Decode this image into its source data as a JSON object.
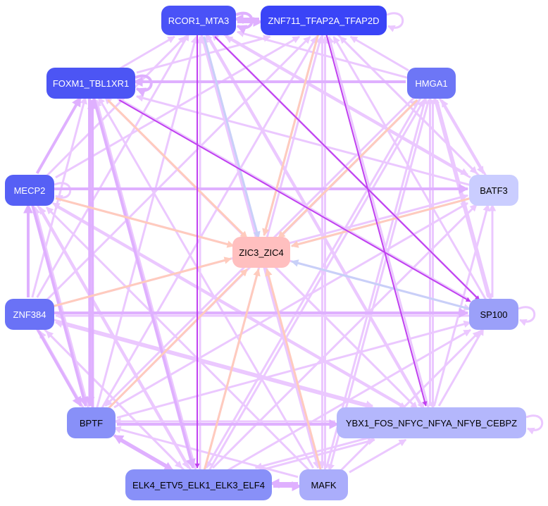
{
  "nodes": [
    {
      "id": "RCOR1",
      "label": "RCOR1_MTA3",
      "color": "#4a52f7",
      "text": "#ffffff"
    },
    {
      "id": "ZNF711",
      "label": "ZNF711_TFAP2A_TFAP2D",
      "color": "#3a44f7",
      "text": "#ffffff"
    },
    {
      "id": "FOXM1",
      "label": "FOXM1_TBL1XR1",
      "color": "#4c55f4",
      "text": "#ffffff"
    },
    {
      "id": "HMGA1",
      "label": "HMGA1",
      "color": "#6d76f6",
      "text": "#ffffff"
    },
    {
      "id": "MECP2",
      "label": "MECP2",
      "color": "#5660f5",
      "text": "#ffffff"
    },
    {
      "id": "BATF3",
      "label": "BATF3",
      "color": "#cacdff",
      "text": "#000000"
    },
    {
      "id": "ZIC3",
      "label": "ZIC3_ZIC4",
      "color": "#ffbfbf",
      "text": "#000000"
    },
    {
      "id": "ZNF384",
      "label": "ZNF384",
      "color": "#6a72f6",
      "text": "#ffffff"
    },
    {
      "id": "SP100",
      "label": "SP100",
      "color": "#9ba0f9",
      "text": "#000000"
    },
    {
      "id": "BPTF",
      "label": "BPTF",
      "color": "#8890f8",
      "text": "#000000"
    },
    {
      "id": "YBX1",
      "label": "YBX1_FOS_NFYC_NFYA_NFYB_CEBPZ",
      "color": "#b4b7fc",
      "text": "#000000"
    },
    {
      "id": "ELK4",
      "label": "ELK4_ETV5_ELK1_ELK3_ELF4",
      "color": "#8890f8",
      "text": "#000000"
    },
    {
      "id": "MAFK",
      "label": "MAFK",
      "color": "#aaadfb",
      "text": "#000000"
    }
  ],
  "edge_colors": {
    "light": "#ebc8ff",
    "mid": "#dfb0ff",
    "strong": "#c040f0",
    "peach": "#ffcbbd",
    "blue": "#c8d0f8"
  },
  "edges": [
    [
      "RCOR1",
      "ZNF711",
      "mid"
    ],
    [
      "ZNF711",
      "RCOR1",
      "mid"
    ],
    [
      "RCOR1",
      "RCOR1",
      "mid"
    ],
    [
      "ZNF711",
      "ZNF711",
      "light"
    ],
    [
      "FOXM1",
      "FOXM1",
      "mid"
    ],
    [
      "MECP2",
      "MECP2",
      "light"
    ],
    [
      "SP100",
      "SP100",
      "light"
    ],
    [
      "YBX1",
      "YBX1",
      "light"
    ],
    [
      "ELK4",
      "MAFK",
      "mid"
    ],
    [
      "MAFK",
      "ELK4",
      "mid"
    ],
    [
      "RCOR1",
      "SP100",
      "strong"
    ],
    [
      "RCOR1",
      "ELK4",
      "strong"
    ],
    [
      "FOXM1",
      "SP100",
      "strong"
    ],
    [
      "ZNF711",
      "YBX1",
      "strong"
    ],
    [
      "FOXM1",
      "ZIC3",
      "peach"
    ],
    [
      "MECP2",
      "ZIC3",
      "peach"
    ],
    [
      "ZNF384",
      "ZIC3",
      "peach"
    ],
    [
      "BPTF",
      "ZIC3",
      "peach"
    ],
    [
      "HMGA1",
      "ZIC3",
      "peach"
    ],
    [
      "BATF3",
      "ZIC3",
      "peach"
    ],
    [
      "MAFK",
      "ZIC3",
      "peach"
    ],
    [
      "ELK4",
      "ZIC3",
      "peach"
    ],
    [
      "ZNF711",
      "ZIC3",
      "peach"
    ],
    [
      "RCOR1",
      "ZIC3",
      "blue"
    ],
    [
      "HMGA1",
      "ZIC3",
      "blue"
    ],
    [
      "SP100",
      "ZIC3",
      "blue"
    ],
    [
      "BATF3",
      "ZIC3",
      "blue"
    ],
    [
      "ZNF711",
      "ZIC3",
      "blue"
    ],
    [
      "FOXM1",
      "RCOR1",
      "light"
    ],
    [
      "FOXM1",
      "ZNF711",
      "light"
    ],
    [
      "HMGA1",
      "RCOR1",
      "light"
    ],
    [
      "HMGA1",
      "ZNF711",
      "light"
    ],
    [
      "HMGA1",
      "FOXM1",
      "mid"
    ],
    [
      "MECP2",
      "RCOR1",
      "light"
    ],
    [
      "MECP2",
      "ZNF711",
      "light"
    ],
    [
      "MECP2",
      "FOXM1",
      "mid"
    ],
    [
      "MECP2",
      "BATF3",
      "mid"
    ],
    [
      "MECP2",
      "SP100",
      "light"
    ],
    [
      "BATF3",
      "RCOR1",
      "light"
    ],
    [
      "BATF3",
      "ZNF711",
      "light"
    ],
    [
      "BATF3",
      "FOXM1",
      "light"
    ],
    [
      "BATF3",
      "HMGA1",
      "light"
    ],
    [
      "ZNF384",
      "MECP2",
      "mid"
    ],
    [
      "ZNF384",
      "RCOR1",
      "light"
    ],
    [
      "ZNF384",
      "ZNF711",
      "light"
    ],
    [
      "ZNF384",
      "FOXM1",
      "light"
    ],
    [
      "ZNF384",
      "SP100",
      "mid"
    ],
    [
      "ZNF384",
      "BATF3",
      "light"
    ],
    [
      "SP100",
      "RCOR1",
      "light"
    ],
    [
      "SP100",
      "ZNF711",
      "light"
    ],
    [
      "SP100",
      "FOXM1",
      "light"
    ],
    [
      "SP100",
      "HMGA1",
      "light"
    ],
    [
      "SP100",
      "ZNF384",
      "light"
    ],
    [
      "SP100",
      "BATF3",
      "light"
    ],
    [
      "BPTF",
      "RCOR1",
      "light"
    ],
    [
      "BPTF",
      "ZNF711",
      "light"
    ],
    [
      "BPTF",
      "FOXM1",
      "mid"
    ],
    [
      "BPTF",
      "MECP2",
      "light"
    ],
    [
      "BPTF",
      "ZNF384",
      "light"
    ],
    [
      "BPTF",
      "YBX1",
      "mid"
    ],
    [
      "BPTF",
      "HMGA1",
      "light"
    ],
    [
      "BPTF",
      "BATF3",
      "light"
    ],
    [
      "BPTF",
      "SP100",
      "light"
    ],
    [
      "BPTF",
      "ELK4",
      "mid"
    ],
    [
      "YBX1",
      "RCOR1",
      "light"
    ],
    [
      "YBX1",
      "ZNF711",
      "light"
    ],
    [
      "YBX1",
      "FOXM1",
      "light"
    ],
    [
      "YBX1",
      "MECP2",
      "light"
    ],
    [
      "YBX1",
      "ZNF384",
      "light"
    ],
    [
      "YBX1",
      "BPTF",
      "light"
    ],
    [
      "YBX1",
      "HMGA1",
      "light"
    ],
    [
      "YBX1",
      "BATF3",
      "light"
    ],
    [
      "YBX1",
      "SP100",
      "light"
    ],
    [
      "YBX1",
      "ELK4",
      "light"
    ],
    [
      "ELK4",
      "RCOR1",
      "light"
    ],
    [
      "ELK4",
      "ZNF711",
      "light"
    ],
    [
      "ELK4",
      "FOXM1",
      "light"
    ],
    [
      "ELK4",
      "MECP2",
      "light"
    ],
    [
      "ELK4",
      "ZNF384",
      "light"
    ],
    [
      "ELK4",
      "HMGA1",
      "light"
    ],
    [
      "ELK4",
      "BATF3",
      "light"
    ],
    [
      "ELK4",
      "SP100",
      "light"
    ],
    [
      "ELK4",
      "YBX1",
      "light"
    ],
    [
      "ELK4",
      "BPTF",
      "mid"
    ],
    [
      "MAFK",
      "RCOR1",
      "light"
    ],
    [
      "MAFK",
      "ZNF711",
      "light"
    ],
    [
      "MAFK",
      "FOXM1",
      "light"
    ],
    [
      "MAFK",
      "MECP2",
      "light"
    ],
    [
      "MAFK",
      "HMGA1",
      "light"
    ],
    [
      "MAFK",
      "YBX1",
      "light"
    ],
    [
      "MAFK",
      "BPTF",
      "light"
    ],
    [
      "MAFK",
      "SP100",
      "light"
    ],
    [
      "FOXM1",
      "YBX1",
      "light"
    ],
    [
      "FOXM1",
      "ELK4",
      "mid"
    ],
    [
      "FOXM1",
      "BPTF",
      "mid"
    ],
    [
      "MECP2",
      "YBX1",
      "light"
    ],
    [
      "MECP2",
      "ELK4",
      "light"
    ],
    [
      "MECP2",
      "BPTF",
      "mid"
    ],
    [
      "HMGA1",
      "SP100",
      "light"
    ],
    [
      "HMGA1",
      "BATF3",
      "light"
    ],
    [
      "HMGA1",
      "MAFK",
      "light"
    ],
    [
      "HMGA1",
      "ELK4",
      "light"
    ],
    [
      "HMGA1",
      "BPTF",
      "light"
    ],
    [
      "HMGA1",
      "YBX1",
      "light"
    ],
    [
      "ZNF711",
      "MAFK",
      "light"
    ],
    [
      "ZNF711",
      "BATF3",
      "light"
    ],
    [
      "RCOR1",
      "MAFK",
      "light"
    ],
    [
      "RCOR1",
      "YBX1",
      "light"
    ],
    [
      "RCOR1",
      "BATF3",
      "light"
    ],
    [
      "ZNF384",
      "ELK4",
      "light"
    ],
    [
      "ZNF384",
      "YBX1",
      "light"
    ],
    [
      "ZNF384",
      "BPTF",
      "mid"
    ]
  ]
}
